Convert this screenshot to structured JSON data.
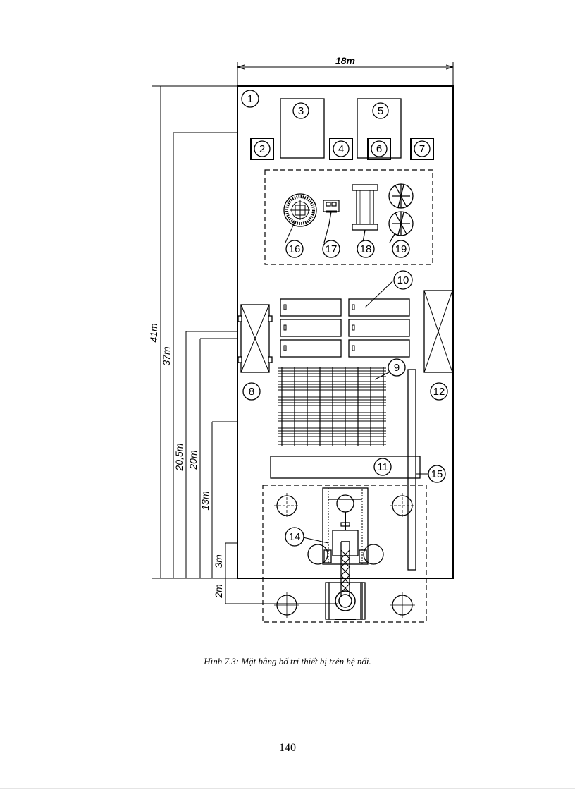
{
  "figure": {
    "labels": {
      "n1": "1",
      "n2": "2",
      "n3": "3",
      "n4": "4",
      "n5": "5",
      "n6": "6",
      "n7": "7",
      "n8": "8",
      "n9": "9",
      "n10": "10",
      "n11": "11",
      "n12": "12",
      "n14": "14",
      "n15": "15",
      "n16": "16",
      "n17": "17",
      "n18": "18",
      "n19": "19"
    },
    "dimensions": {
      "width": "18m",
      "d41": "41m",
      "d37": "37m",
      "d20_5": "20,5m",
      "d20": "20m",
      "d13": "13m",
      "d3": "3m",
      "d2": "2m"
    }
  },
  "caption": "Hình 7.3: Mặt bằng bố trí thiết bị trên hệ nổi.",
  "page_number": "140"
}
